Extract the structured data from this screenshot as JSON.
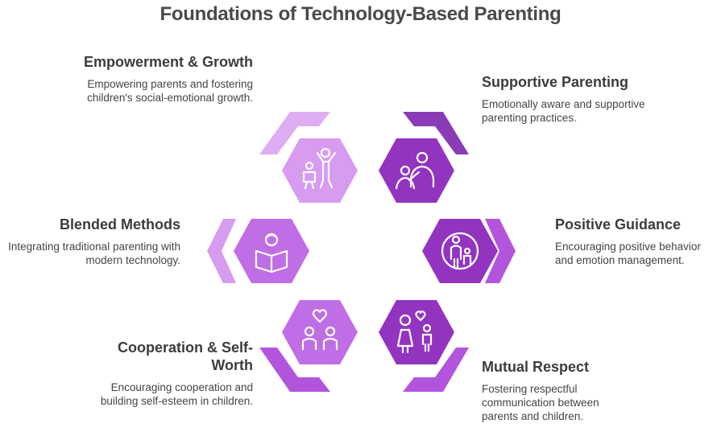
{
  "title": "Foundations of Technology-Based Parenting",
  "colors": {
    "light_purple": "#d79bf0",
    "light_purple_band": "#dfaef2",
    "mid_purple": "#c06ee6",
    "dark_purple": "#9334c1",
    "dark_purple_band": "#8a3bb6",
    "mid_purple_band": "#b255dc"
  },
  "segments": [
    {
      "id": "empowerment",
      "heading": "Empowerment & Growth",
      "description": "Empowering parents and fostering children's social-emotional growth.",
      "icon": "parent-child-jumping-icon"
    },
    {
      "id": "supportive",
      "heading": "Supportive Parenting",
      "description": "Emotionally aware and supportive parenting practices.",
      "icon": "parent-hugging-child-icon"
    },
    {
      "id": "blended",
      "heading": "Blended Methods",
      "description": "Integrating traditional parenting with modern technology.",
      "icon": "person-reading-book-icon"
    },
    {
      "id": "guidance",
      "heading": "Positive Guidance",
      "description": "Encouraging positive behavior and emotion management.",
      "icon": "parent-with-child-circle-icon"
    },
    {
      "id": "cooperation",
      "heading": "Cooperation & Self-Worth",
      "description": "Encouraging cooperation and building self-esteem in children.",
      "icon": "two-children-heart-icon"
    },
    {
      "id": "respect",
      "heading": "Mutual Respect",
      "description": "Fostering respectful communication between parents and children.",
      "icon": "mother-child-heart-icon"
    }
  ]
}
